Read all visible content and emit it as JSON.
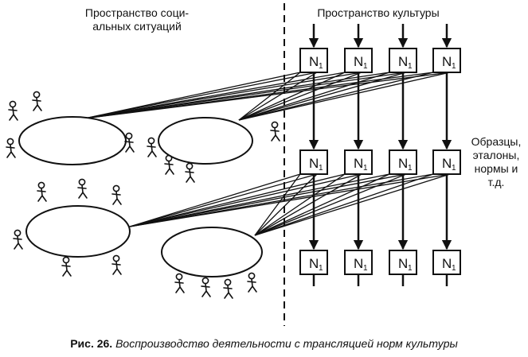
{
  "headers": {
    "social_line1": "Пространство соци-",
    "social_line2": "альных ситуаций",
    "culture": "Пространство культуры"
  },
  "side_note": {
    "lines": [
      "Образцы,",
      "эталоны,",
      "нормы и",
      "т.д."
    ]
  },
  "norm": {
    "main": "N",
    "sub": "1"
  },
  "grid": {
    "rows": 3,
    "cols": 4
  },
  "caption": {
    "label": "Рис. 26.",
    "text": "Воспроизводство деятельности с трансляцией норм культуры"
  }
}
